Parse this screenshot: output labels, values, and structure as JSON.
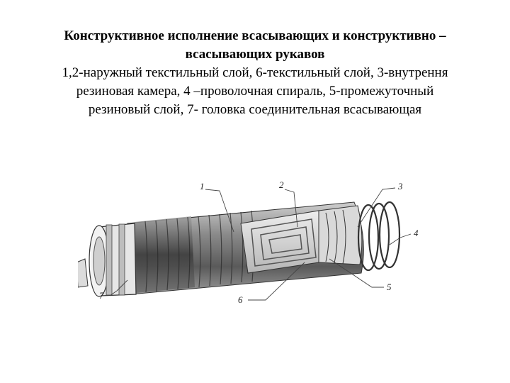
{
  "caption": {
    "title_line1": "Конструктивное исполнение всасывающих и конструктивно –",
    "title_line2": "всасывающих рукавов",
    "body_line1": "1,2-наружный текстильный слой, 6-текстильный слой, 3-внутрення",
    "body_line2": "резиновая камера, 4 –проволочная спираль, 5-промежуточный",
    "body_line3": "резиновый слой, 7- головка соединительная всасывающая"
  },
  "figure": {
    "labels": {
      "l1": "1",
      "l2": "2",
      "l3": "3",
      "l4": "4",
      "l5": "5",
      "l6": "6",
      "l7": "7"
    }
  }
}
